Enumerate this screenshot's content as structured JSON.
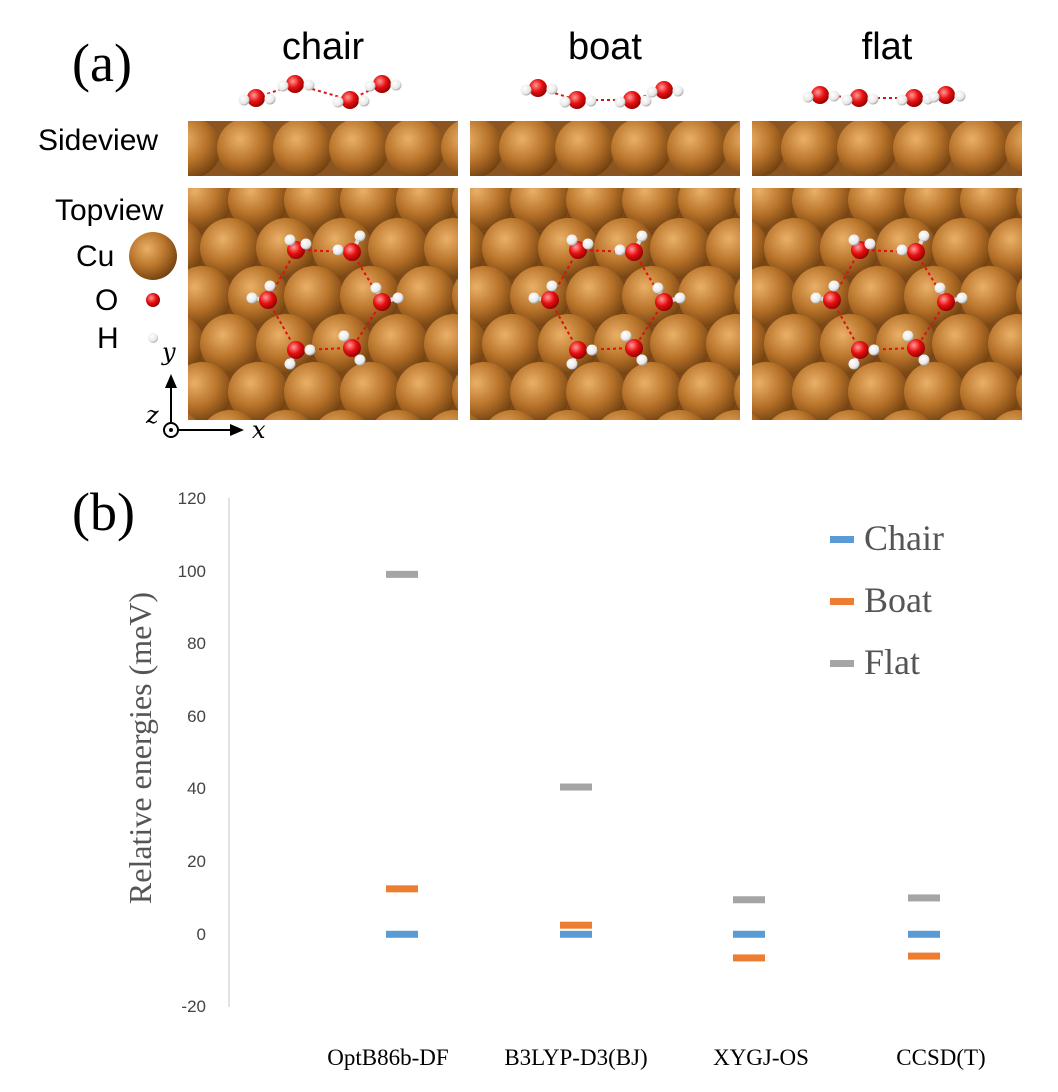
{
  "panel_a": {
    "label": "(a)",
    "columns": [
      "chair",
      "boat",
      "flat"
    ],
    "sideview_label": "Sideview",
    "topview_label": "Topview",
    "legend": [
      {
        "name": "Cu",
        "color": "#b8732a"
      },
      {
        "name": "O",
        "color": "#e81010"
      },
      {
        "name": "H",
        "color": "#ffffff"
      }
    ],
    "axes": {
      "x": "x",
      "y": "y",
      "z": "z"
    }
  },
  "panel_b": {
    "label": "(b)"
  },
  "chart_data": {
    "type": "scatter",
    "marker": "horizontal-dash",
    "categories": [
      "OptB86b-DF",
      "B3LYP-D3(BJ)",
      "XYGJ-OS",
      "CCSD(T)"
    ],
    "series": [
      {
        "name": "Chair",
        "color": "#5b9bd5",
        "values": [
          0,
          0,
          0,
          0
        ]
      },
      {
        "name": "Boat",
        "color": "#ed7d31",
        "values": [
          12.5,
          2.5,
          -6.5,
          -6
        ]
      },
      {
        "name": "Flat",
        "color": "#a5a5a5",
        "values": [
          99,
          40.5,
          9.5,
          10
        ]
      }
    ],
    "ylabel": "Relative energies (meV)",
    "ylim": [
      -20,
      120
    ],
    "yticks": [
      "-20",
      "0",
      "20",
      "40",
      "60",
      "80",
      "100",
      "120"
    ],
    "grid": false,
    "legend_position": "top-right"
  }
}
